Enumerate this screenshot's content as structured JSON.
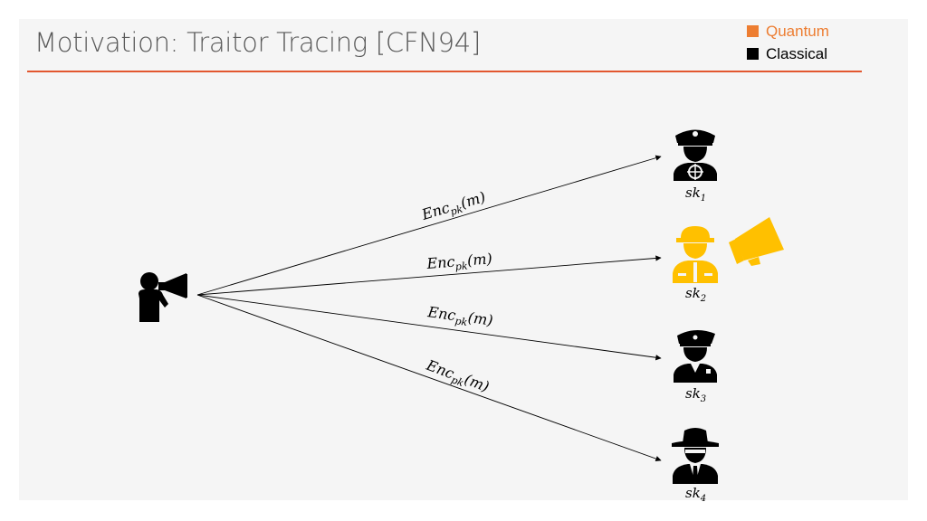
{
  "title": "Motivation: Traitor Tracing [CFN94]",
  "legend": [
    {
      "label": "Quantum",
      "color": "#ed7d31"
    },
    {
      "label": "Classical",
      "color": "#000000"
    }
  ],
  "edge_labels": [
    {
      "main": "Enc",
      "sub": "pk",
      "arg": "(m)"
    },
    {
      "main": "Enc",
      "sub": "pk",
      "arg": "(m)"
    },
    {
      "main": "Enc",
      "sub": "pk",
      "arg": "(m)"
    },
    {
      "main": "Enc",
      "sub": "pk",
      "arg": "(m)"
    }
  ],
  "receivers": [
    {
      "key": "sk",
      "index": "1",
      "icon": "captain-icon"
    },
    {
      "key": "sk",
      "index": "2",
      "icon": "firefighter-icon",
      "traitor": true
    },
    {
      "key": "sk",
      "index": "3",
      "icon": "police-officer-icon"
    },
    {
      "key": "sk",
      "index": "4",
      "icon": "spy-icon"
    }
  ],
  "colors": {
    "accent": "#e2572f",
    "traitor": "#ffc000",
    "ink": "#000000"
  }
}
